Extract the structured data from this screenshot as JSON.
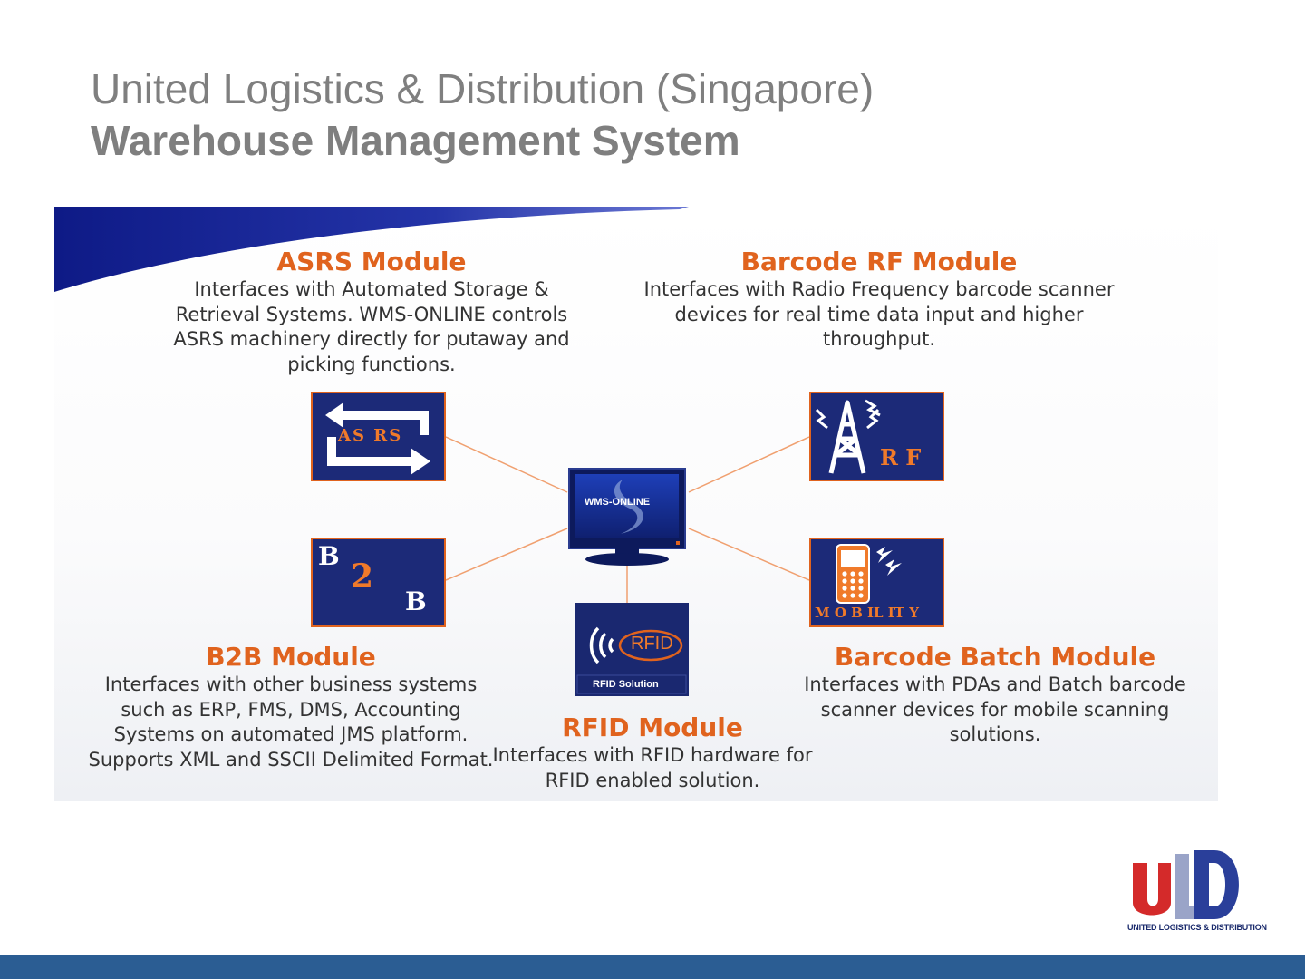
{
  "title": {
    "line1": "United Logistics & Distribution (Singapore)",
    "line2": "Warehouse Management System"
  },
  "colors": {
    "accent": "#e0631e",
    "navy": "#1c2a78",
    "title_gray": "#7f7f7f",
    "footer_blue": "#2b5d93"
  },
  "center": {
    "logo_text": "WMS-ONLINE",
    "icon": "monitor-icon"
  },
  "modules": {
    "asrs": {
      "title": "ASRS Module",
      "description": "Interfaces with Automated Storage & Retrieval Systems. WMS-ONLINE controls ASRS machinery directly for putaway and picking functions.",
      "icon_label": "AS RS",
      "icon": "arrows-loop-icon"
    },
    "rf": {
      "title": "Barcode RF Module",
      "description": "Interfaces with Radio Frequency barcode scanner devices for real time data input and higher throughput.",
      "icon_label": "R F",
      "icon": "radio-tower-icon"
    },
    "b2b": {
      "title": "B2B Module",
      "description": "Interfaces with other business systems such as ERP, FMS, DMS, Accounting Systems on automated JMS platform. Supports XML and SSCII Delimited Format.",
      "icon_b1": "B",
      "icon_2": "2",
      "icon_b2": "B"
    },
    "rfid": {
      "title": "RFID Module",
      "description": "Interfaces with RFID hardware for RFID enabled solution.",
      "icon_label": "RFID",
      "icon_caption": "RFID Solution",
      "icon": "rfid-waves-icon"
    },
    "batch": {
      "title": "Barcode Batch Module",
      "description": "Interfaces with PDAs and Batch barcode scanner devices for mobile scanning solutions.",
      "icon_label": "M O B IL IT Y",
      "icon": "mobile-phone-icon"
    }
  },
  "logo": {
    "text": "UNITED LOGISTICS & DISTRIBUTION",
    "icon": "uld-logo"
  }
}
